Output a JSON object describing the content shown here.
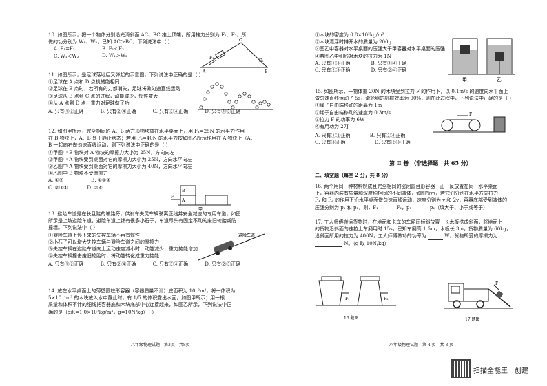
{
  "left": {
    "q10": {
      "stem1": "10. 如图所示，把一个物体分别沿光滑斜面 AC、BC 推上顶端，所用推力分别为 F₁、F₂，所",
      "stem2": "做的功分别为 W₁、W₂，已知 AC＞BC，下列说法中（     ）",
      "opts": [
        "A. F₁=F₂",
        "B. F₁＜F₂",
        "C. W₁＜W₂",
        "D. W₁＞W₂"
      ],
      "fig": {
        "f1": "F₁",
        "f2": "F₂",
        "a": "A",
        "b": "B",
        "c": "C"
      }
    },
    "q11": {
      "stem": "11. 如图所示，是足球落地后又弹起的示意图，下列说法中正确的是（     ）",
      "items": [
        "①足球在 A 点和 D 点机械能相同",
        "②足球在 B 点时，若所有的力都消失，足球将做匀速直线运动",
        "③足球从 B 点到 C 点的过程，动能减少，惯性变大",
        "④从 A 点到 D 点，重力对足球做了功"
      ],
      "opts": [
        "A. 只有①②正确",
        "B. 只有②④正确",
        "C. 只有③④正确",
        "D. 只有①③正确"
      ]
    },
    "q12": {
      "lines": [
        "12. 如图甲所示，完全相同的 A、B 两方形物块放在水平桌面上，用 F₁=25N 的水平力作用",
        "在 B 物块上，A、B 处于静止状态；若用 F₂=40N 的水平力按如图乙所示作用在 A 物块上（A、",
        "B 一起向右做匀速直线运动，则下列说法中正确的是（     ）",
        "①甲图中 B 物块对 A 物块的摩擦力大小为 25N，方向向左",
        "②甲图中 A 物块受到桌面对它的摩擦力大小为 25N，方向水平向左",
        "③乙图中 A 物块受到桌面对它的摩擦力大小为 40N，方向水平向左",
        "④乙图中 B 物块不受摩擦力"
      ],
      "opts": [
        "A. ①②",
        "B. ①③④",
        "C. ②③④",
        "D. ②④"
      ],
      "fig": {
        "a": "A",
        "b": "B",
        "f": "F",
        "caption": "甲"
      }
    },
    "q13": {
      "lines": [
        "13. 避险车道是在长且陡的坡路旁，供刹车失灵车辆驶离正线并安全减速的专用车道，如图",
        "所示是上坡避险车道，避险车道上铺有很多小石子，车道尽头有固定不动的废旧轮胎或防",
        "撞墙。下列说法中（     ）",
        "①避险车道上停下来的失控车辆不再有惯性",
        "②小石子可以增大失控车辆与避险车道之间的摩擦力",
        "③失控车辆在避险车道向上运动速度减小时，动能减少，重力势能增加",
        "④失控车辆撞击废旧轮胎时，将动能转化成重力势能"
      ],
      "opts": [
        "A. 只有①②正确",
        "B. 只有②④正确",
        "C. 只有③④正确",
        "D. 只有②③正确"
      ],
      "fig_label": "避险车道"
    },
    "q14": {
      "lines": [
        "14. 放在水平桌面上的薄壁圆柱形容器（容器质量不计）底面积为 10⁻²m²，将一体积为",
        "5×10⁻⁴m³ 的木块放入水中静止时，有 1/5 的体积露出水面，如图甲所示；用一根",
        "质量和体积不计的细线把容器底和木块底部中心连接起来，如图乙所示，下列说法中正",
        "确的是（ρ水=1.0×10³kg/m³，g=10N/kg）（     ）"
      ]
    },
    "footer": "八年级物理试题　第3页　共8页"
  },
  "right": {
    "q14_items": [
      "①木块的密度为 0.8×10³kg/m³",
      "②木块漂浮时排开水的质量为 200g",
      "③图乙中容器对水平桌面的压强大于甲容器对水平桌面的压强",
      "④若图乙中细线对木块的拉力为 1N"
    ],
    "q14_opts": [
      "A. 只有①③正确",
      "B. 只有①④正确",
      "C. 只有②③正确",
      "D. 只有②④正确"
    ],
    "q14_fig": {
      "jia": "甲",
      "yi": "乙"
    },
    "q15": {
      "lines": [
        "15. 如图所示，一物体重 20N 的木块受到拉力 F 的作用下，以 0.1m/s 的速度向水平面上",
        "做匀速直线运动了 5s，滑轮组的机械效率为 90%，则在此过程中，下列说法中正确的是（     ）",
        "①绳子自由端移动的距离为 1m",
        "②绳子自由端移动的速度为 0.3m/s",
        "③拉力 F 的功率为 6W",
        "④有用功为 27J"
      ],
      "opts": [
        "A. 只有①②正确",
        "B. 只有②④正确",
        "C. 只有③正确",
        "D. 只有②③正确"
      ],
      "fig": {
        "f": "F"
      }
    },
    "part2": "第 Ⅱ 卷 （非选择题　共 65 分）",
    "sec2": "二、填空题（每空 2 分，共 8 分）",
    "q16": {
      "lines": [
        "16. 两个用同一种材料制成且完全相同的密闭圆台形容器一正一反放置在同一水平桌面",
        "上，容器内装有质量和深度均相同的不同液体，如图所示，若它们分别在水平方向拉力",
        "F₁ 和 F₂ 的作用下沿水平桌面做匀速直线运动，速度分别为 v 和 2v，容器底部受到液体的",
        "压强分别为 p₁ 和 p₂，则，F₁"
      ],
      "mid1": "F₂，p₁",
      "end1": "p₂（填大于、小于或等于）"
    },
    "q17": {
      "lines": [
        "17. 工人师傅搬运货物时，在地面和卡车的车厢间倾斜放置一长木板搭成斜面，将地面上",
        "的货物沿斜面匀速拉上车厢用时 15s，已知车厢高 1.5m，木板长 3m，货物质量为 60kg，",
        "沿斜面所用的拉力为 400N，工人师傅做功的功率为"
      ],
      "tail1": "W，货物所受的摩擦力为",
      "tail2": "N。（g 取 10N/kg）"
    },
    "fig16": {
      "f1": "F₁",
      "f2": "F₂",
      "caption": "16 题图"
    },
    "fig17": {
      "f": "F",
      "caption": "17 题图"
    },
    "footer": "八年级物理试题　第 4 页　共 8 页"
  },
  "scanner": "扫描全能王　创建"
}
